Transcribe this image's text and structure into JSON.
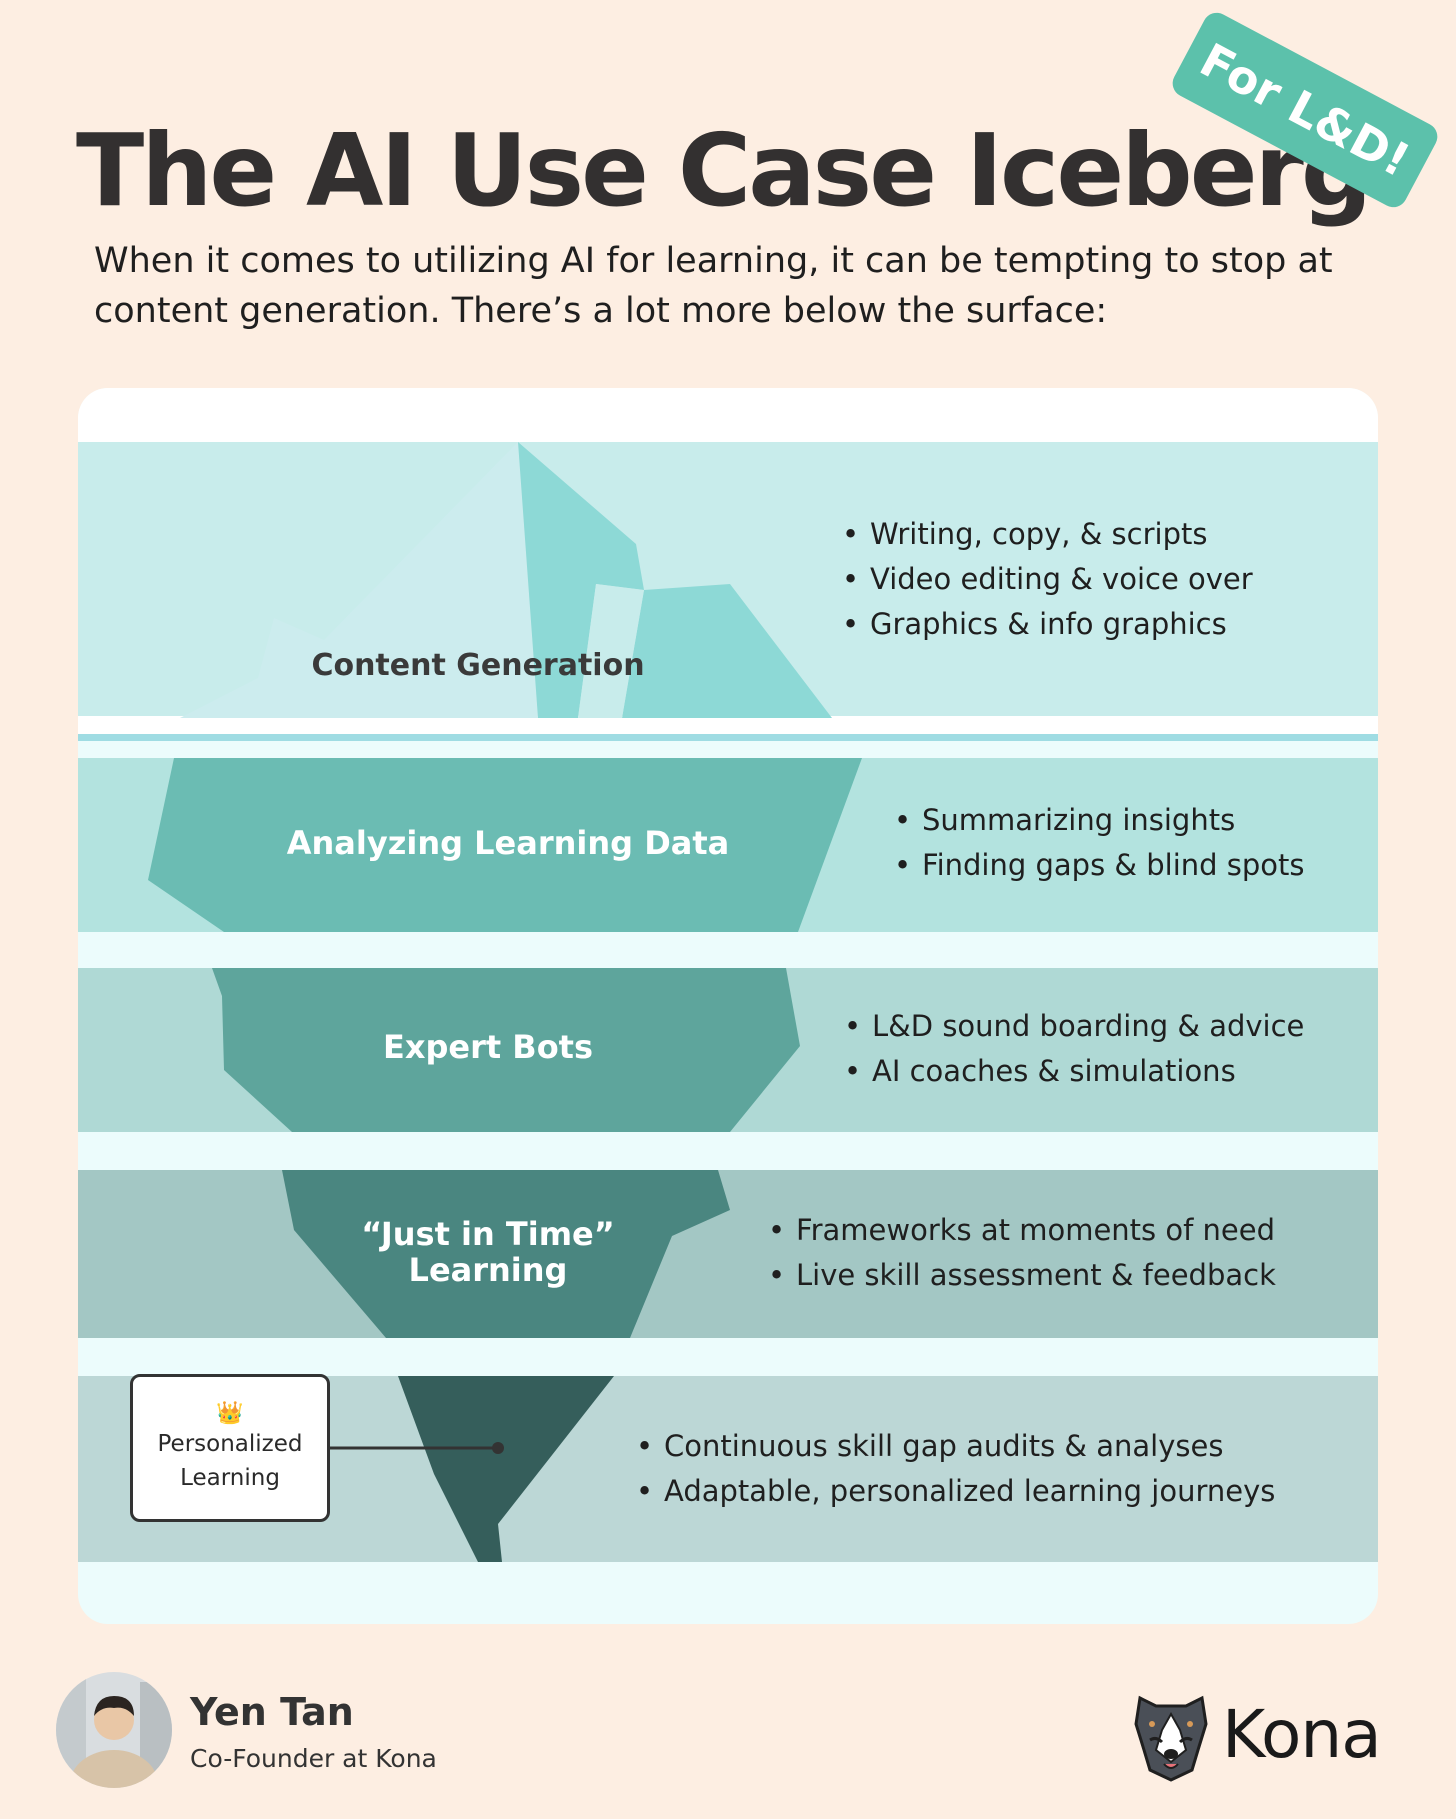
{
  "header": {
    "title": "The AI Use Case Iceberg",
    "badge": "For L&D!",
    "subtitle": "When it comes to utilizing AI for learning, it can be tempting to stop at content generation. There’s a lot more below the surface:"
  },
  "layers": [
    {
      "label": "Content Generation",
      "bullets": [
        "Writing, copy, & scripts",
        "Video editing & voice over",
        "Graphics & info graphics"
      ]
    },
    {
      "label": "Analyzing Learning Data",
      "bullets": [
        "Summarizing insights",
        "Finding gaps & blind spots"
      ]
    },
    {
      "label": "Expert Bots",
      "bullets": [
        "L&D sound boarding & advice",
        "AI coaches & simulations"
      ]
    },
    {
      "label_lines": [
        "“Just in Time”",
        "Learning"
      ],
      "bullets": [
        "Frameworks at moments of need",
        "Live skill assessment & feedback"
      ]
    },
    {
      "bullets": [
        "Continuous skill gap audits & analyses",
        "Adaptable, personalized learning journeys"
      ]
    }
  ],
  "callout": {
    "icon": "crown-icon",
    "crown": "👑",
    "text": "Personalized Learning"
  },
  "footer": {
    "author_name": "Yen Tan",
    "author_role": "Co-Founder at Kona",
    "brand": "Kona",
    "brand_icon": "dog-logo-icon"
  },
  "colors": {
    "background": "#fdeee2",
    "badge": "#5cc1ab",
    "water": "#ecfcfc",
    "layer1_tip": "#c8eceb",
    "layer1_face": "#8dd9d6",
    "layer2": "#6bbcb3",
    "layer3": "#5ea59c",
    "layer4": "#4a8680",
    "layer5": "#355e5b"
  }
}
